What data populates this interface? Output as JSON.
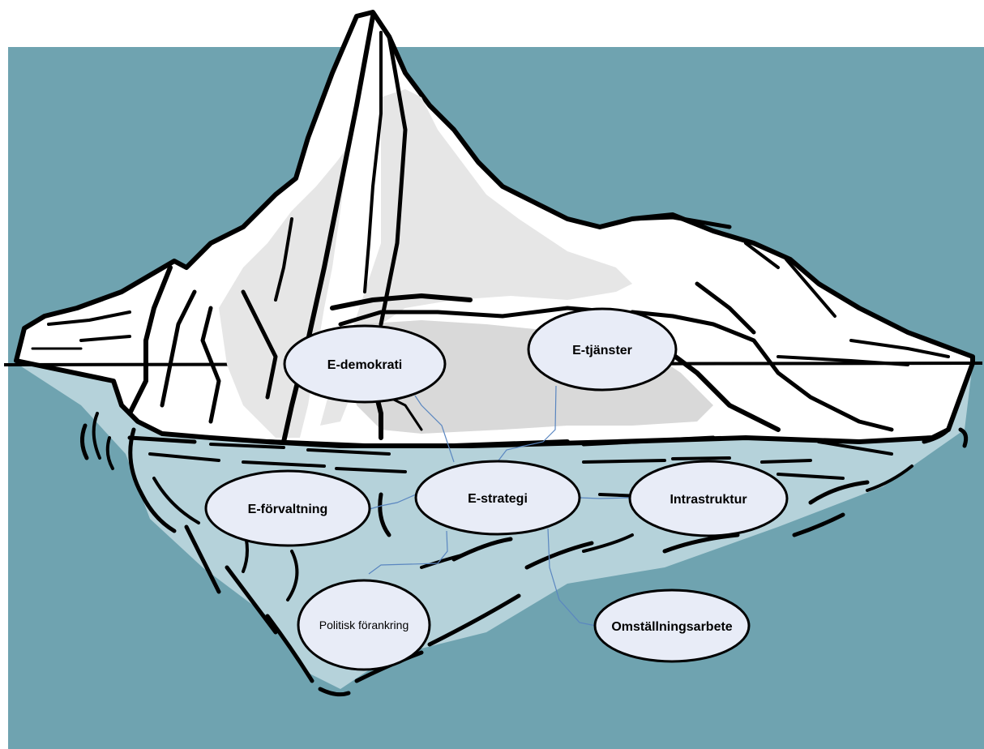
{
  "nodes": [
    {
      "id": "e-demokrati",
      "label": "E-demokrati"
    },
    {
      "id": "e-tjanster",
      "label": "E-tjänster"
    },
    {
      "id": "e-strategi",
      "label": "E-strategi"
    },
    {
      "id": "e-forvaltning",
      "label": "E-förvaltning"
    },
    {
      "id": "intrastruktur",
      "label": "Intrastruktur"
    },
    {
      "id": "politisk-forankring",
      "label": "Politisk förankring"
    },
    {
      "id": "omstallningsarbete",
      "label": "Omställningsarbete"
    }
  ],
  "connections": [
    {
      "from": "E-demokrati",
      "to": "E-strategi"
    },
    {
      "from": "E-tjänster",
      "to": "E-strategi"
    },
    {
      "from": "E-förvaltning",
      "to": "E-strategi"
    },
    {
      "from": "Intrastruktur",
      "to": "E-strategi"
    },
    {
      "from": "Politisk förankring",
      "to": "E-strategi"
    },
    {
      "from": "Omställningsarbete",
      "to": "E-strategi"
    }
  ],
  "colors": {
    "sea": "#6fa3b0",
    "underwater_ice": "#b5d2da",
    "ice": "#ffffff",
    "ice_shadow": "#e6e6e6",
    "outline": "#000000",
    "node_fill": "#e8ecf7",
    "connector": "#5a86c0"
  }
}
